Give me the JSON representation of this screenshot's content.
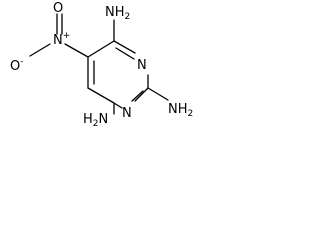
{
  "molecule": {
    "atoms": {
      "nh2_top": {
        "main": "NH",
        "sub": "2"
      },
      "n_ring_top": {
        "main": "N"
      },
      "nh2_right": {
        "main": "NH",
        "sub": "2"
      },
      "n_ring_bottom": {
        "main": "N"
      },
      "nh2_bottom_left": {
        "main": "H",
        "sub": "2",
        "tail": "N"
      },
      "n_nitro": {
        "main": "N",
        "sup": "+"
      },
      "o_double": {
        "main": "O"
      },
      "o_minus": {
        "main": "O",
        "sup": "-"
      }
    }
  }
}
